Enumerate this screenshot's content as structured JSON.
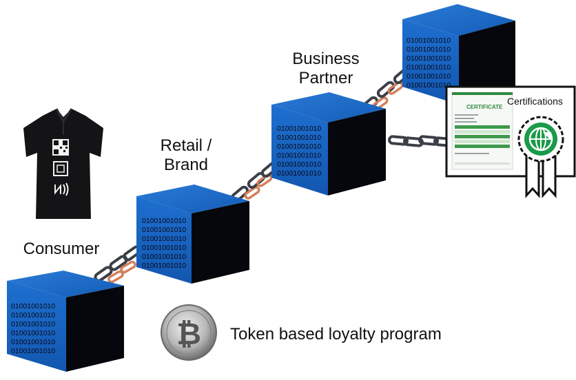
{
  "labels": {
    "consumer": "Consumer",
    "retail_brand_line1": "Retail /",
    "retail_brand_line2": "Brand",
    "business_partner_line1": "Business",
    "business_partner_line2": "Partner",
    "certifications": "Certifications",
    "loyalty": "Token based loyalty program"
  },
  "block_binary_row": "01001001010",
  "certificate_title": "CERTIFICATE",
  "icons": [
    "polo-shirt-icon",
    "qr-code-icon",
    "rfid-tag-icon",
    "nfc-icon",
    "chain-link-icon",
    "certificate-icon",
    "globe-seal-icon",
    "bitcoin-coin-icon"
  ],
  "colors": {
    "block_front": "#1a64c0",
    "block_top": "#1f6fd0",
    "block_side": "#05070d",
    "chain": "#3b3f47",
    "chain_copper": "#d47f5a",
    "seal": "#1b9a4a"
  }
}
